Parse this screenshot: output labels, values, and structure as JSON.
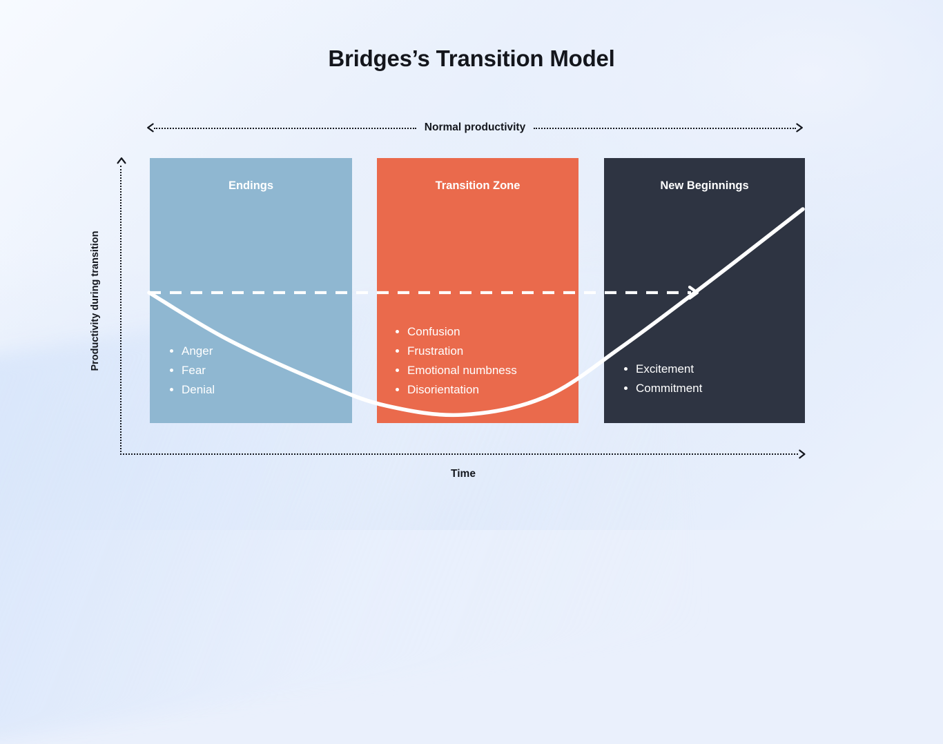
{
  "title": "Bridges’s Transition Model",
  "axes": {
    "y_label": "Productivity during transition",
    "x_label": "Time",
    "y_axis_name": "y-axis",
    "x_axis_name": "x-axis"
  },
  "normal_productivity": {
    "label": "Normal productivity"
  },
  "colors": {
    "endings": "#8fb7d1",
    "transition": "#ea6a4c",
    "new_beginnings": "#2e3442",
    "axis": "#13161d",
    "curve": "#ffffff",
    "title_text": "#14161c",
    "panel_text": "#ffffff",
    "background": "#e9f0fb"
  },
  "phases": [
    {
      "key": "endings",
      "title": "Endings",
      "items": [
        "Anger",
        "Fear",
        "Denial"
      ]
    },
    {
      "key": "transition",
      "title": "Transition Zone",
      "items": [
        "Confusion",
        "Frustration",
        "Emotional numbness",
        "Disorientation"
      ]
    },
    {
      "key": "new_beginnings",
      "title": "New Beginnings",
      "items": [
        "Excitement",
        "Commitment"
      ]
    }
  ],
  "chart_data": {
    "type": "line",
    "title": "Bridges’s Transition Model",
    "xlabel": "Time",
    "ylabel": "Productivity during transition",
    "grid": false,
    "legend": "none",
    "series": [
      {
        "name": "Productivity during transition",
        "style": "solid",
        "color": "#ffffff",
        "points": [
          {
            "x": 216,
            "y": 424
          },
          {
            "x": 330,
            "y": 492
          },
          {
            "x": 470,
            "y": 556
          },
          {
            "x": 560,
            "y": 588
          },
          {
            "x": 670,
            "y": 601
          },
          {
            "x": 790,
            "y": 575
          },
          {
            "x": 900,
            "y": 503
          },
          {
            "x": 1030,
            "y": 406
          },
          {
            "x": 1163,
            "y": 303
          }
        ]
      },
      {
        "name": "Normal productivity baseline",
        "style": "dashed",
        "color": "#ffffff",
        "points": [
          {
            "x": 216,
            "y": 424
          },
          {
            "x": 1010,
            "y": 424
          }
        ]
      }
    ],
    "annotations": [
      {
        "text": "Normal productivity",
        "kind": "double-headed-dotted-arrow",
        "x_start": 212,
        "x_end": 1164,
        "y": 185
      },
      {
        "text": "Endings",
        "kind": "phase-band",
        "x_start": 217,
        "x_end": 510
      },
      {
        "text": "Transition Zone",
        "kind": "phase-band",
        "x_start": 546,
        "x_end": 838
      },
      {
        "text": "New Beginnings",
        "kind": "phase-band",
        "x_start": 875,
        "x_end": 1166
      }
    ]
  }
}
